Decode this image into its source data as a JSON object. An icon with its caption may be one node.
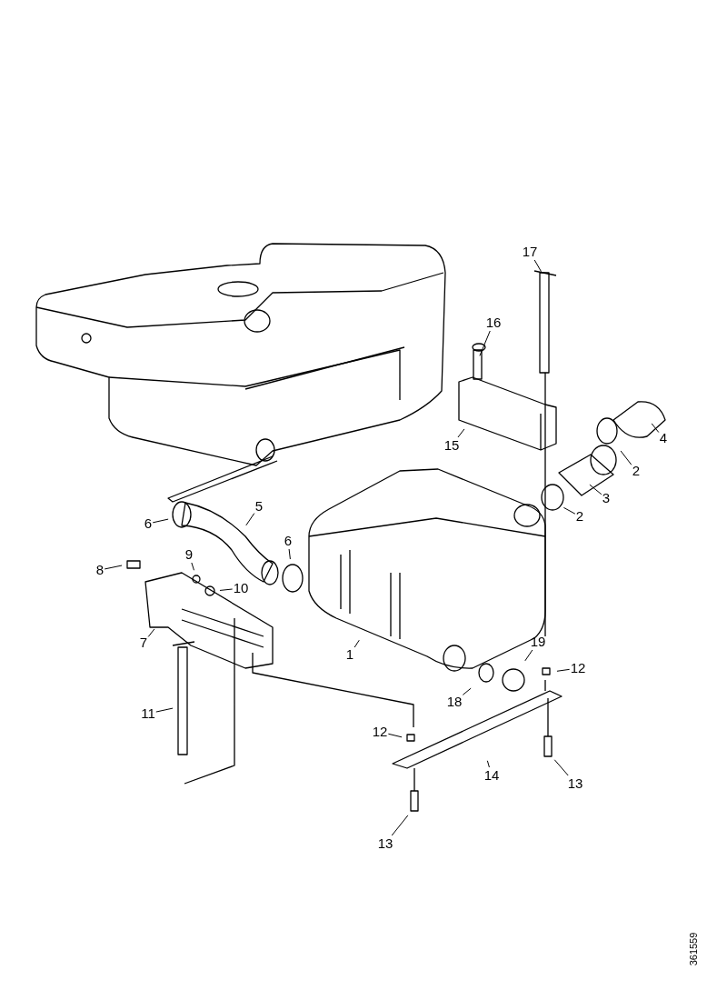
{
  "diagram": {
    "nodes": [
      {
        "text": [
          "17"
        ]
      },
      {
        "text": [
          "16"
        ]
      },
      {
        "text": [
          "15"
        ]
      },
      {
        "text": [
          "4"
        ]
      },
      {
        "text": [
          "2"
        ]
      },
      {
        "text": [
          "3"
        ]
      },
      {
        "text": [
          "2"
        ]
      },
      {
        "text": [
          "6"
        ]
      },
      {
        "text": [
          "5"
        ]
      },
      {
        "text": [
          "6"
        ]
      },
      {
        "text": [
          "8"
        ]
      },
      {
        "text": [
          "9"
        ]
      },
      {
        "text": [
          "10"
        ]
      },
      {
        "text": [
          "7"
        ]
      },
      {
        "text": [
          "1"
        ]
      },
      {
        "text": [
          "19"
        ]
      },
      {
        "text": [
          "12"
        ]
      },
      {
        "text": [
          "18"
        ]
      },
      {
        "text": [
          "11"
        ]
      },
      {
        "text": [
          "12"
        ]
      },
      {
        "text": [
          "14"
        ]
      },
      {
        "text": [
          "13"
        ]
      },
      {
        "text": [
          "13"
        ]
      }
    ],
    "edges": [
      {
        "from": 0,
        "to": null,
        "arrow": "none"
      },
      {
        "from": 1,
        "to": null,
        "arrow": "none"
      },
      {
        "from": 2,
        "to": null,
        "arrow": "none"
      },
      {
        "from": 3,
        "to": null,
        "arrow": "none"
      },
      {
        "from": 4,
        "to": null,
        "arrow": "none"
      },
      {
        "from": 5,
        "to": null,
        "arrow": "none"
      },
      {
        "from": 6,
        "to": null,
        "arrow": "none"
      },
      {
        "from": 7,
        "to": null,
        "arrow": "none"
      },
      {
        "from": 8,
        "to": null,
        "arrow": "none"
      },
      {
        "from": 9,
        "to": null,
        "arrow": "none"
      },
      {
        "from": 10,
        "to": null,
        "arrow": "none"
      },
      {
        "from": 11,
        "to": null,
        "arrow": "none"
      },
      {
        "from": 12,
        "to": null,
        "arrow": "none"
      },
      {
        "from": 13,
        "to": null,
        "arrow": "none"
      },
      {
        "from": 14,
        "to": null,
        "arrow": "none"
      },
      {
        "from": 15,
        "to": null,
        "arrow": "none"
      },
      {
        "from": 16,
        "to": null,
        "arrow": "none"
      },
      {
        "from": 17,
        "to": null,
        "arrow": "none"
      },
      {
        "from": 18,
        "to": null,
        "arrow": "none"
      },
      {
        "from": 19,
        "to": null,
        "arrow": "none"
      },
      {
        "from": 20,
        "to": null,
        "arrow": "none"
      },
      {
        "from": 21,
        "to": null,
        "arrow": "none"
      },
      {
        "from": 22,
        "to": null,
        "arrow": "none"
      }
    ],
    "labels": [
      "361559"
    ]
  }
}
